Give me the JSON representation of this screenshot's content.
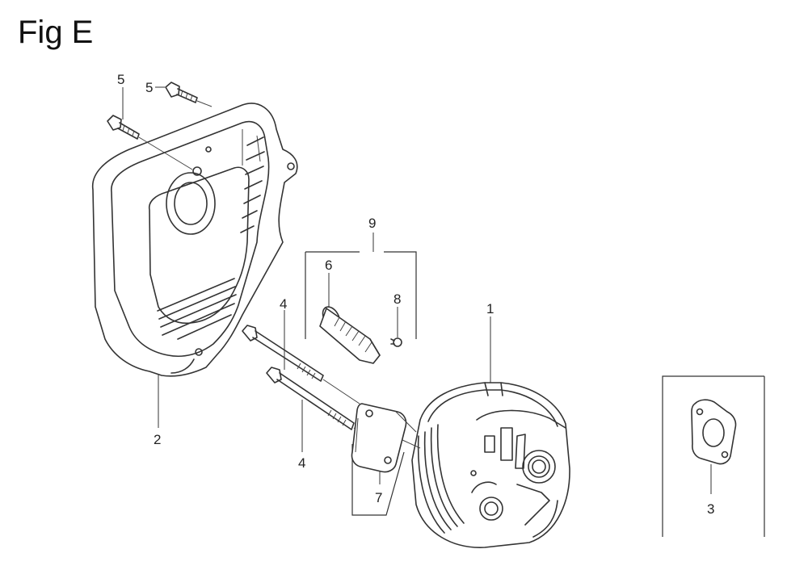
{
  "figure": {
    "title": "Fig E"
  },
  "callouts": {
    "muffler": "1",
    "protector": "2",
    "gasket": "3",
    "bolt_upper": "4",
    "bolt_lower": "4",
    "screw_left": "5",
    "screw_right": "5",
    "spark_arrester": "6",
    "arrester_gasket": "7",
    "arrester_screw": "8",
    "arrester_set": "9"
  }
}
